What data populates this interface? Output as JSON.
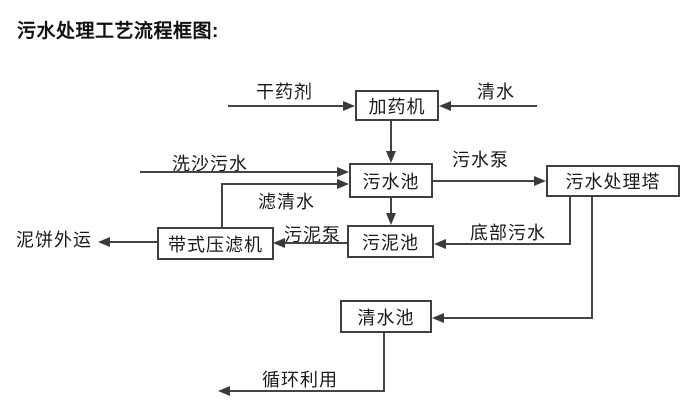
{
  "title": "污水处理工艺流程框图:",
  "nodes": {
    "dosing_machine": "加药机",
    "sewage_pool": "污水池",
    "treatment_tower": "污水处理塔",
    "belt_filter_press": "带式压滤机",
    "sludge_pool": "污泥池",
    "clear_water_pool": "清水池"
  },
  "labels": {
    "dry_chemical": "干药剂",
    "clear_water": "清水",
    "sand_washing_sewage": "洗沙污水",
    "sewage_pump": "污水泵",
    "filtered_water": "滤清水",
    "sludge_pump": "污泥泵",
    "bottom_sewage": "底部污水",
    "mud_cake_outbound": "泥饼外运",
    "recycling": "循环利用"
  },
  "colors": {
    "line": "#444444",
    "box_border": "#3f3f3f",
    "text": "#1a1a1a",
    "background": "#ffffff"
  }
}
